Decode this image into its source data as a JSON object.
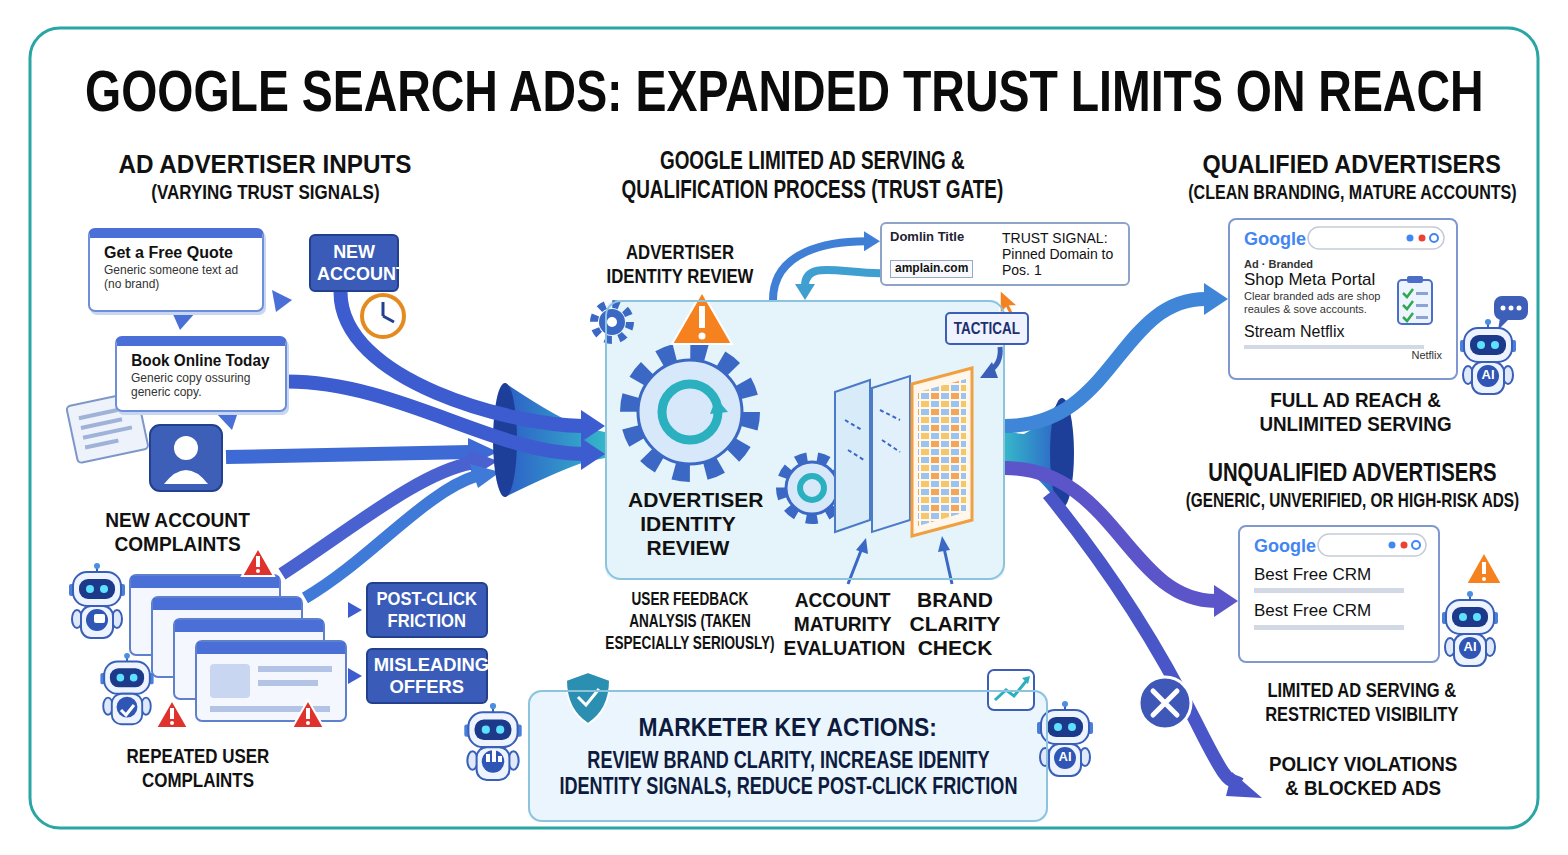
{
  "diagram": {
    "title": "GOOGLE SEARCH ADS: EXPANDED TRUST LIMITS ON REACH",
    "nodes": [
      {
        "text": [
          "Get a Free Quote",
          "Generic someone text ad (no brand)"
        ]
      },
      {
        "text": [
          "NEW ACCOUNT"
        ]
      },
      {
        "text": [
          "Book Online Today",
          "Generic copy ossuring generic copy."
        ]
      },
      {
        "text": [
          "POST-CLICK FRICTION"
        ]
      },
      {
        "text": [
          "MISLEADING OFFERS"
        ]
      },
      {
        "text": [
          "GOOGLE LIMITED AD SERVING & QUALIFICATION PROCESS (TRUST GATE)"
        ]
      },
      {
        "text": [
          "Domlin Title",
          "amplain.com",
          "TRUST SIGNAL: Pinned Domain to Pos. 1"
        ]
      },
      {
        "text": [
          "TACTICAL"
        ],
        "in": 5
      },
      {
        "text": [
          "QUALIFIED ADVERTISERS",
          "(CLEAN BRANDING, MATURE ACCOUNTS)",
          "Google",
          "Ad · Branded",
          "Shop Meta Portal",
          "Clear branded ads are shop reaules & sove accounts.",
          "Stream Netflix",
          "Netflix"
        ]
      },
      {
        "text": [
          "UNQUALIFIED ADVERTISERS",
          "(GENERIC, UNVERIFIED, OR HIGH-RISK ADS)",
          "Google",
          "Best Free CRM",
          "Best Free CRM"
        ]
      },
      {
        "text": [
          "MARKETER KEY ACTIONS:",
          "REVIEW BRAND CLARITY, INCREASE IDENITY IDENTITY SIGNALS, REDUCE POST-CLICK FRICTION"
        ]
      }
    ],
    "edges": [
      {
        "from": 1,
        "to": 5,
        "arrow": "to"
      },
      {
        "from": 2,
        "to": 5,
        "arrow": "to"
      },
      {
        "from": 5,
        "to": 6,
        "arrow": "to"
      },
      {
        "from": 6,
        "to": 5,
        "arrow": "to"
      },
      {
        "from": 5,
        "to": 8,
        "arrow": "to"
      },
      {
        "from": 5,
        "to": 9,
        "arrow": "to"
      }
    ],
    "labels": [
      "AD ADVERTISER INPUTS",
      "(VARYING TRUST SIGNALS)",
      "NEW ACCOUNT COMPLAINTS",
      "REPEATED USER COMPLAINTS",
      "ADVERTISER IDENTITY REVIEW",
      "ADVERTISER IDENTITY REVIEW",
      "USER FEEDBACK ANALYSIS (TAKEN ESPECIALLY SERIOUSLY)",
      "ACCOUNT MATURITY EVALUATION",
      "BRAND CLARITY CHECK",
      "FULL AD REACH & UNLIMITED SERVING",
      "LIMITED AD SERVING & RESTRICTED VISIBILITY",
      "POLICY VIOLATIONS & BLOCKED ADS",
      "AI",
      "AI",
      "AI"
    ]
  }
}
